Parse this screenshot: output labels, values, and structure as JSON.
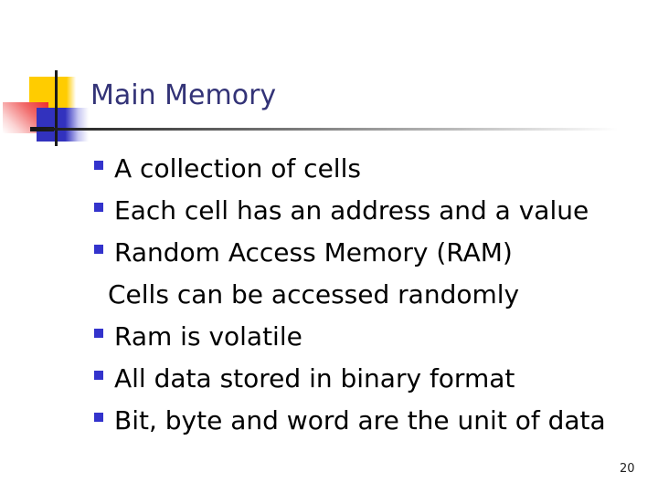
{
  "slide": {
    "title": "Main Memory",
    "bullets": [
      {
        "text": "A collection of cells",
        "bullet": true
      },
      {
        "text": "Each cell has an address and a value",
        "bullet": true
      },
      {
        "text": "Random Access Memory (RAM)",
        "bullet": true
      },
      {
        "text": "Cells can be accessed randomly",
        "bullet": false
      },
      {
        "text": "Ram is volatile",
        "bullet": true
      },
      {
        "text": "All data stored in binary format",
        "bullet": true
      },
      {
        "text": "Bit, byte and word are the unit of data",
        "bullet": true
      }
    ],
    "page_number": "20",
    "bullet_glyph": "square",
    "colors": {
      "title": "#333377",
      "bullet": "#3333cc",
      "body_text": "#000000",
      "decor_yellow": "#ffcc00",
      "decor_red": "#ee2b2b",
      "decor_blue": "#3232be",
      "line": "#1a1a1a"
    }
  }
}
